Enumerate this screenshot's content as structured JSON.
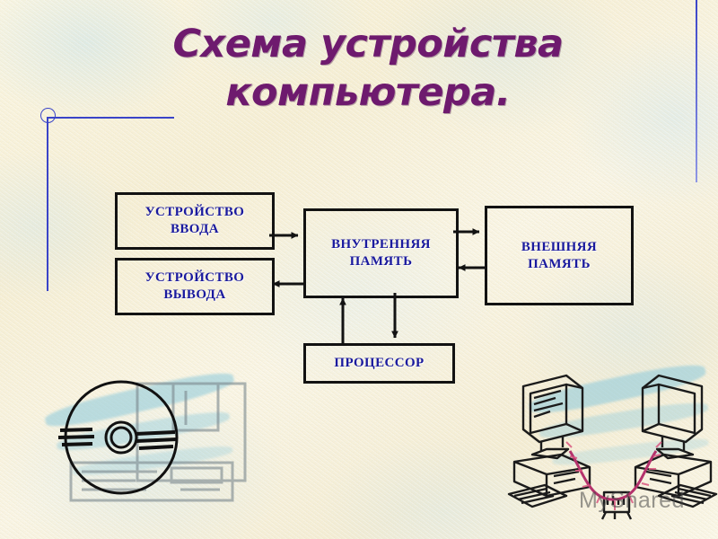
{
  "slide": {
    "title": "Схема устройства\nкомпьютера.",
    "title_color": "#6e1a6e",
    "background_color": "#f7f1d8",
    "box_text_color": "#1a1a9e",
    "box_border_color": "#121212",
    "rule_color": "#3a44c8"
  },
  "diagram": {
    "boxes": [
      {
        "id": "input",
        "label": "УСТРОЙСТВО\nВВОДА"
      },
      {
        "id": "output",
        "label": "УСТРОЙСТВО\nВЫВОДА"
      },
      {
        "id": "internal",
        "label": "ВНУТРЕННЯЯ\nПАМЯТЬ"
      },
      {
        "id": "external",
        "label": "ВНЕШНЯЯ\nПАМЯТЬ"
      },
      {
        "id": "processor",
        "label": "ПРОЦЕССОР"
      }
    ],
    "connections": [
      {
        "from": "input",
        "to": "internal",
        "direction": "one-way"
      },
      {
        "from": "internal",
        "to": "output",
        "direction": "one-way"
      },
      {
        "from": "internal",
        "to": "external",
        "direction": "two-way"
      },
      {
        "from": "processor",
        "to": "internal",
        "direction": "two-way"
      }
    ]
  },
  "artwork": {
    "cd_disk": "compact-disc-illustration",
    "floppy_disk": "floppy-disk-illustration",
    "computers": "two-networked-computers-illustration"
  },
  "watermark": {
    "text": "MyShared"
  }
}
